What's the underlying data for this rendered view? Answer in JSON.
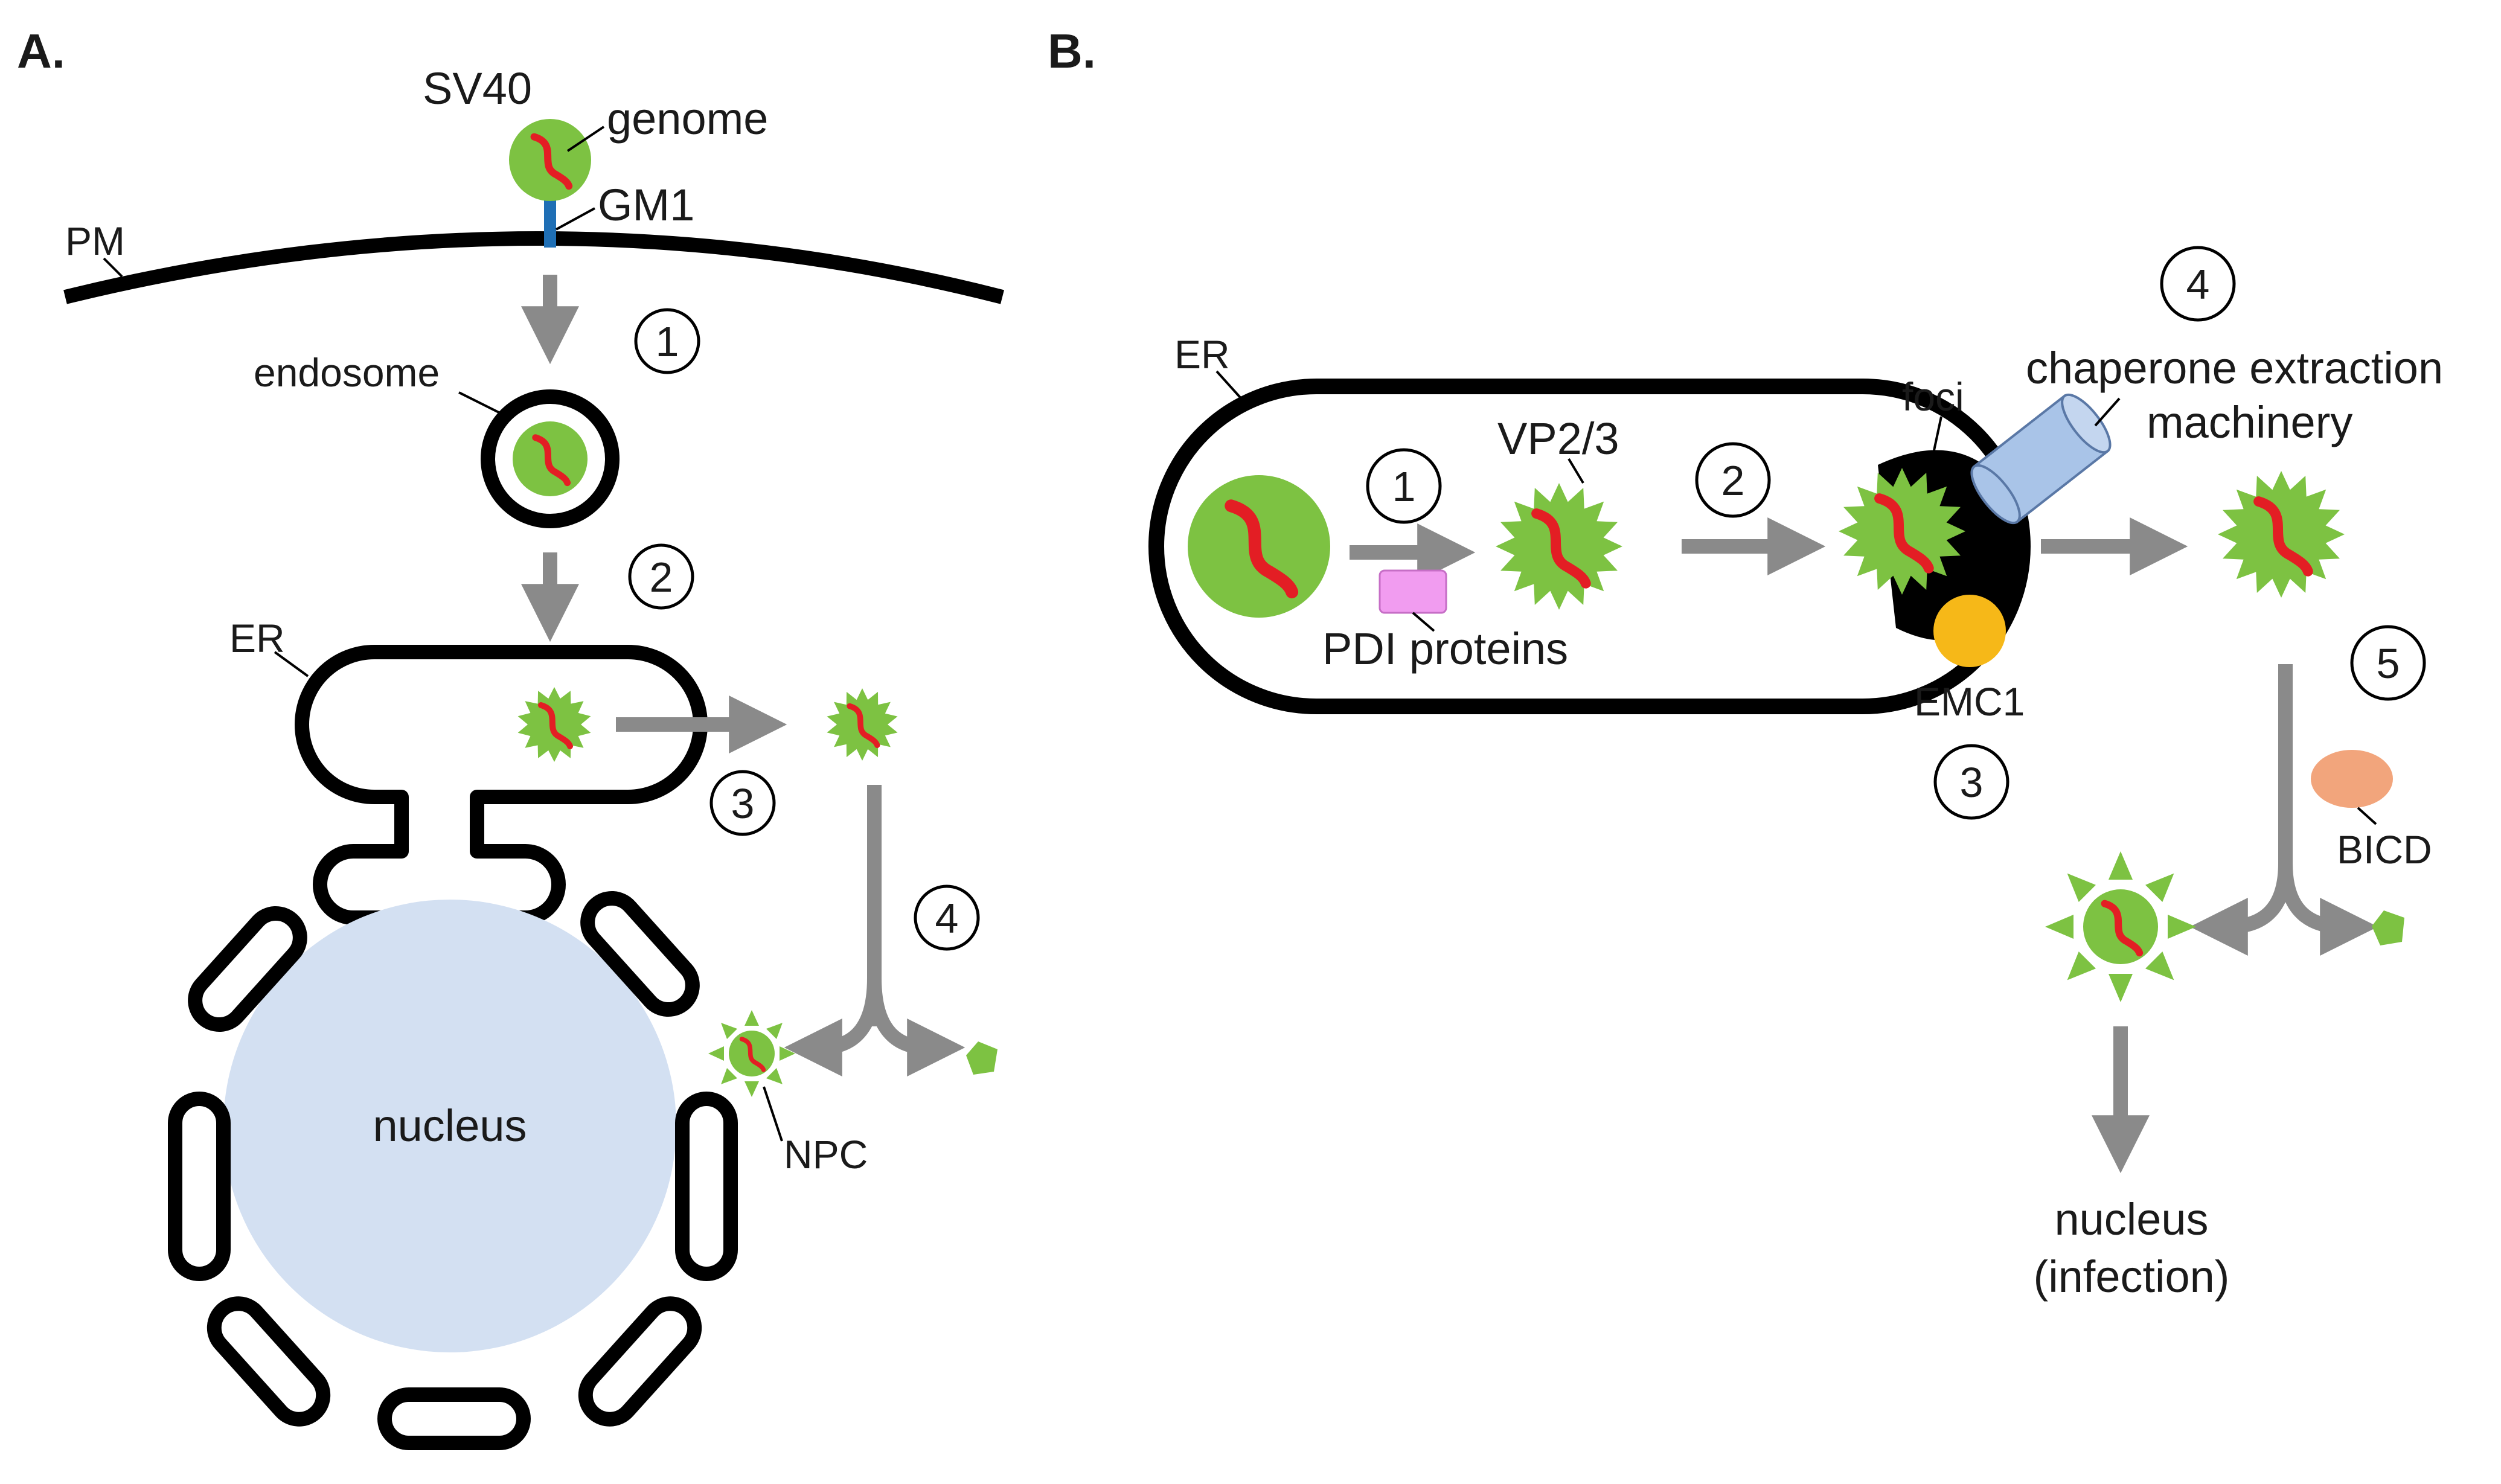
{
  "panel_a": {
    "letter": "A.",
    "labels": {
      "sv40": "SV40",
      "genome": "genome",
      "gm1": "GM1",
      "pm": "PM",
      "endosome": "endosome",
      "er": "ER",
      "nucleus": "nucleus",
      "npc": "NPC"
    },
    "steps": [
      "1",
      "2",
      "3",
      "4"
    ]
  },
  "panel_b": {
    "letter": "B.",
    "labels": {
      "er": "ER",
      "vp23": "VP2/3",
      "foci": "foci",
      "pdi": "PDI proteins",
      "emc1": "EMC1",
      "chaperone_line1": "chaperone extraction",
      "chaperone_line2": "machinery",
      "bicd": "BICD",
      "nucleus_line1": "nucleus",
      "nucleus_line2": "(infection)"
    },
    "steps": [
      "1",
      "2",
      "3",
      "4",
      "5"
    ]
  },
  "colors": {
    "virus_green": "#7dc242",
    "virus_green_dark": "#5a9a2a",
    "genome_red": "#e31e24",
    "gm1_blue": "#1f6fb5",
    "nucleus_blue": "#d3e0f2",
    "arrow_gray": "#8a8a8a",
    "pdi_pink": "#f19cf0",
    "emc1_yellow": "#f6b818",
    "bicd_salmon": "#f2a57c",
    "chaperone_blue": "#a9c4e8"
  }
}
